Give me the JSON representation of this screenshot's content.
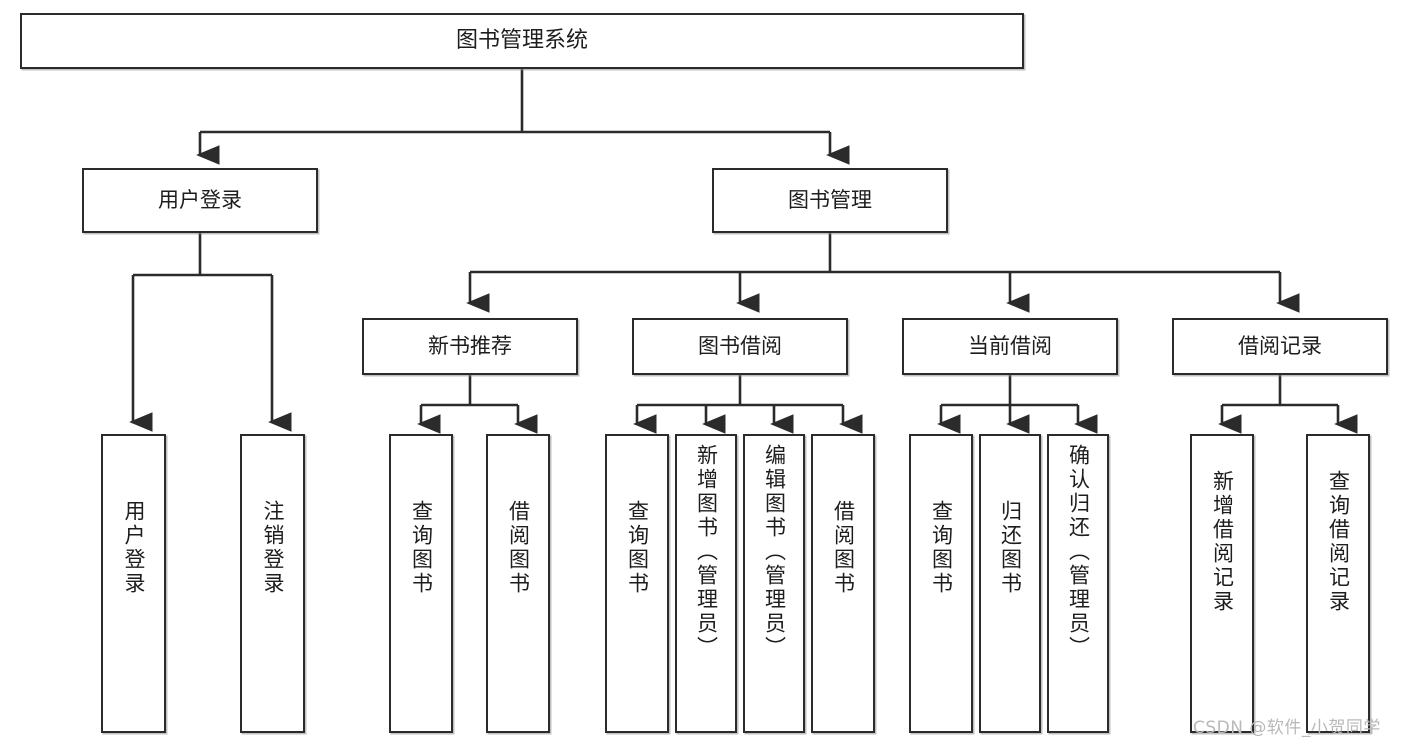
{
  "diagram": {
    "type": "tree-hierarchy-functional-decomposition",
    "title": "图书管理系统",
    "orientation": "top-down",
    "colors": {
      "box_border": "#2b2b2b",
      "box_fill": "#ffffff",
      "edge": "#2b2b2b",
      "text": "#1d1d1d",
      "watermark": "#b9b9b9"
    },
    "nodes": {
      "root": {
        "id": "root",
        "label": "图书管理系统",
        "level": 1
      },
      "level2": [
        {
          "id": "user-login",
          "label": "用户登录",
          "level": 2
        },
        {
          "id": "book-manage",
          "label": "图书管理",
          "level": 2
        }
      ],
      "level3": [
        {
          "id": "new-book-recommend",
          "label": "新书推荐",
          "level": 3,
          "parent": "book-manage"
        },
        {
          "id": "book-borrow",
          "label": "图书借阅",
          "level": 3,
          "parent": "book-manage"
        },
        {
          "id": "current-borrow",
          "label": "当前借阅",
          "level": 3,
          "parent": "book-manage"
        },
        {
          "id": "borrow-record",
          "label": "借阅记录",
          "level": 3,
          "parent": "book-manage"
        }
      ],
      "leaves": [
        {
          "id": "leaf-user-login",
          "label": "用户登录",
          "parent": "user-login"
        },
        {
          "id": "leaf-logout-login",
          "label": "注销登录",
          "parent": "user-login"
        },
        {
          "id": "leaf-query-book-1",
          "label": "查询图书",
          "parent": "new-book-recommend"
        },
        {
          "id": "leaf-borrow-book-1",
          "label": "借阅图书",
          "parent": "new-book-recommend"
        },
        {
          "id": "leaf-query-book-2",
          "label": "查询图书",
          "parent": "book-borrow"
        },
        {
          "id": "leaf-add-book",
          "label": "新增图书（管理员）",
          "parent": "book-borrow"
        },
        {
          "id": "leaf-edit-book",
          "label": "编辑图书（管理员）",
          "parent": "book-borrow"
        },
        {
          "id": "leaf-borrow-book-2",
          "label": "借阅图书",
          "parent": "book-borrow"
        },
        {
          "id": "leaf-query-book-3",
          "label": "查询图书",
          "parent": "current-borrow"
        },
        {
          "id": "leaf-return-book",
          "label": "归还图书",
          "parent": "current-borrow"
        },
        {
          "id": "leaf-confirm-return",
          "label": "确认归还（管理员）",
          "parent": "current-borrow"
        },
        {
          "id": "leaf-add-record",
          "label": "新增借阅记录",
          "parent": "borrow-record"
        },
        {
          "id": "leaf-query-record",
          "label": "查询借阅记录",
          "parent": "borrow-record"
        }
      ]
    },
    "watermark": "CSDN @软件_小贺同学"
  }
}
